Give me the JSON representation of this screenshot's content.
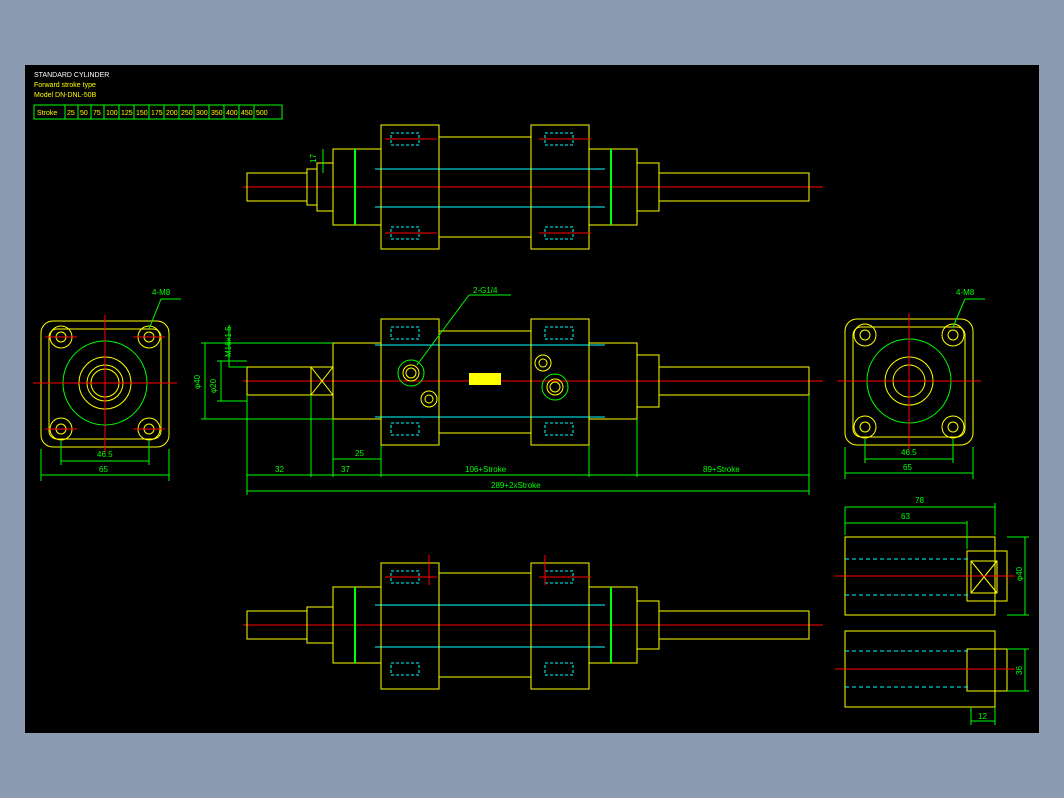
{
  "title_block": {
    "line1": "STANDARD CYLINDER",
    "line2": "Forward stroke type",
    "line3": "Model DN-DNL-50B"
  },
  "stroke_table": {
    "header": "Stroke",
    "values": [
      "25",
      "50",
      "75",
      "100",
      "125",
      "150",
      "175",
      "200",
      "250",
      "300",
      "350",
      "400",
      "450",
      "500"
    ]
  },
  "dims": {
    "rod_side": "17",
    "ports_front": "4-M8",
    "ports_main": "2-G1/4",
    "thread": "M16x1.5",
    "d40": "φ40",
    "d20": "φ20",
    "front_pitch": "46.5",
    "front_width": "65",
    "l32": "32",
    "l37": "37",
    "l25": "25",
    "body_len": "106+Stroke",
    "rod_len": "89+Stroke",
    "total_len": "289+2xStroke",
    "ports_rear": "4-M8",
    "rear_pitch": "46.5",
    "rear_width": "65",
    "acc_78": "78",
    "acc_63": "63",
    "acc_d40": "φ40",
    "acc_36": "36",
    "acc_12": "12"
  },
  "colors": {
    "background": "#000000",
    "frame": "#8b9bb2",
    "outline": "#ffff00",
    "centerline": "#ff0000",
    "dimension": "#00ff00",
    "hidden": "#00ffff",
    "text": "#ffffff"
  }
}
